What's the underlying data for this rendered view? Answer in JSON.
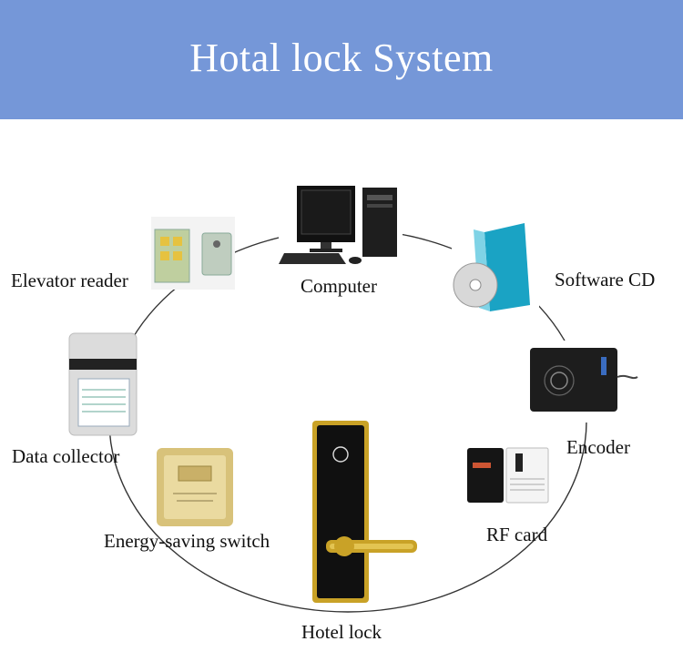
{
  "header": {
    "title": "Hotal lock System",
    "background": "#7597d8"
  },
  "nodes": {
    "computer": "Computer",
    "software_cd": "Software CD",
    "encoder": "Encoder",
    "rf_card": "RF card",
    "hotel_lock": "Hotel lock",
    "energy_switch": "Energy-saving switch",
    "data_collector": "Data collector",
    "elevator_reader": "Elevator reader"
  },
  "colors": {
    "ring": "#333333",
    "lock_gold": "#c9a227",
    "cd_box": "#1aa3c4"
  }
}
